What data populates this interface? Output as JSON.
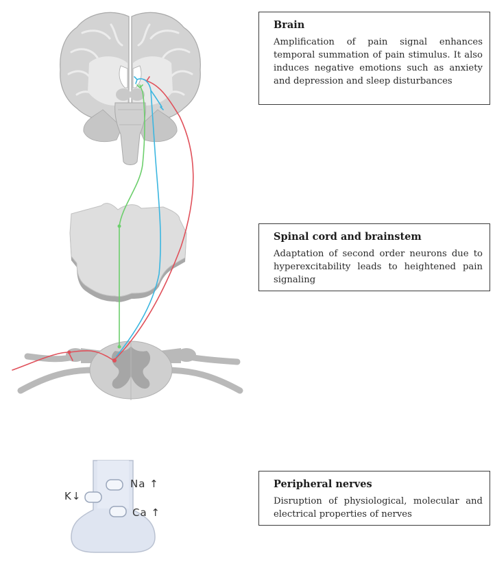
{
  "colors": {
    "tissue": "#d4d4d4",
    "tissue_light": "#e6e6e6",
    "tissue_dark": "#a9a9a9",
    "outline": "#9a9a9a",
    "red_pathway": "#e0505a",
    "blue_pathway": "#3bb6e0",
    "green_pathway": "#6ccf6c",
    "channel": "#f3f6fb",
    "neuron": "#dfe5f1"
  },
  "icons": [
    "brain-section",
    "brainstem-section",
    "spinal-cord-section",
    "peripheral-nerve-terminal"
  ],
  "boxes": {
    "brain": {
      "title": "Brain",
      "text": "Amplification of pain signal enhances temporal summation of pain stimulus. It also induces negative emotions such as anxiety and depression and sleep disturbances"
    },
    "spinal": {
      "title": "Spinal cord and brainstem",
      "text": "Adaptation of second order neurons due to hyperexcitability leads to heightened pain signaling"
    },
    "peripheral": {
      "title": "Peripheral nerves",
      "text": "Disruption of physiological, molecular and electrical properties of nerves"
    }
  },
  "channels": {
    "na": "Na ↑",
    "k": "K↓",
    "ca": "Ca ↑"
  }
}
